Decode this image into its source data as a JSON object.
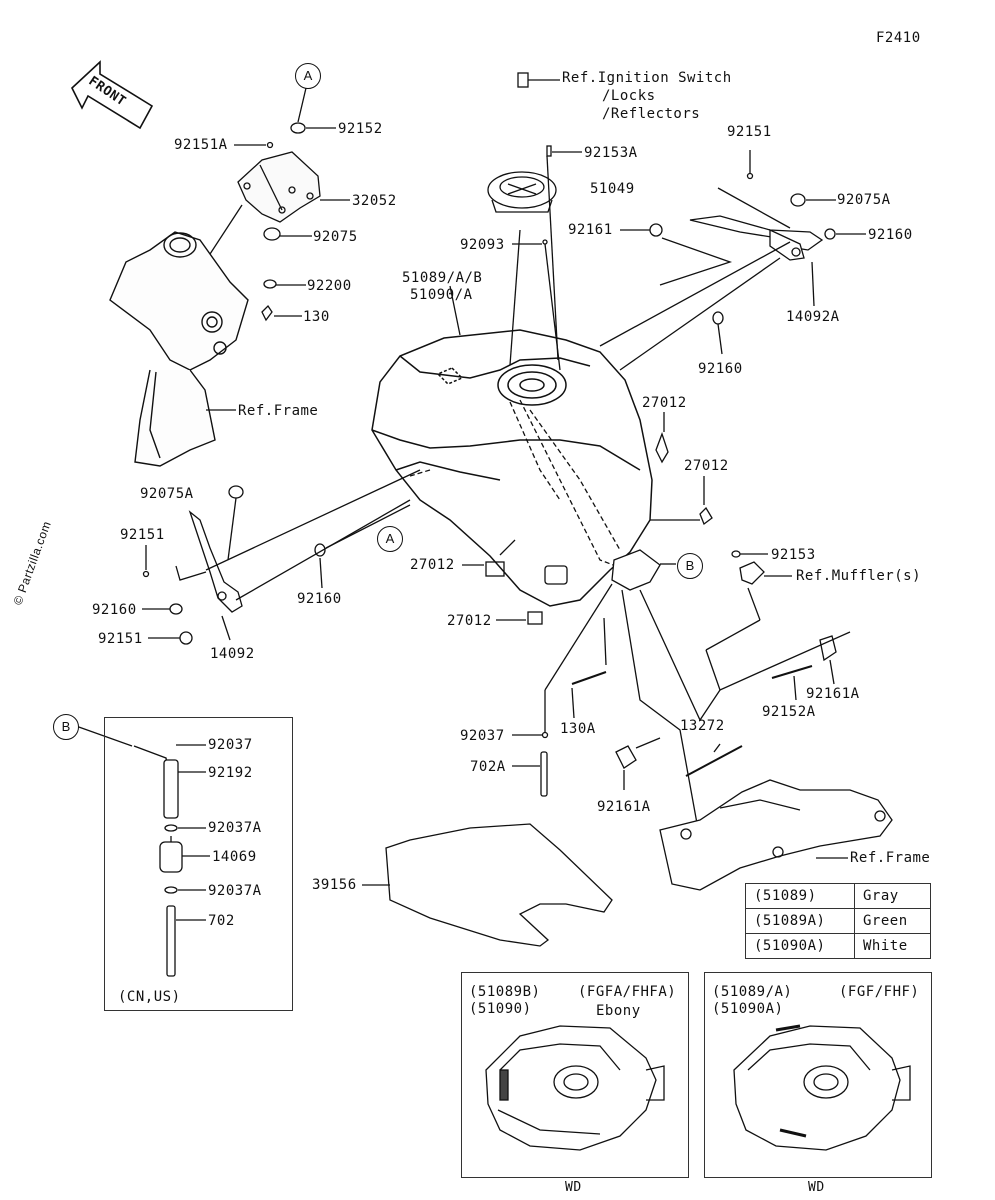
{
  "diagram_code": "F2410",
  "front_label": "FRONT",
  "watermark": "© Partzilla.com",
  "circle_markers": {
    "a_top": "A",
    "a_mid": "A",
    "b_mid": "B",
    "b_box": "B"
  },
  "part_labels": {
    "p92151A_top": "92151A",
    "p92152": "92152",
    "p32052": "32052",
    "p92075": "92075",
    "p92200": "92200",
    "p130": "130",
    "ref_frame_top": "Ref.Frame",
    "ref_ignition_1": "Ref.Ignition Switch",
    "ref_ignition_2": "/Locks",
    "ref_ignition_3": "/Reflectors",
    "p92153A": "92153A",
    "p51049": "51049",
    "p92093": "92093",
    "p51089_1": "51089/A/B",
    "p51089_2": "51090/A",
    "p92151_right": "92151",
    "p92075A_right": "92075A",
    "p92161": "92161",
    "p92160_right_a": "92160",
    "p14092A": "14092A",
    "p92160_right_b": "92160",
    "p27012_a": "27012",
    "p27012_b": "27012",
    "p92075A_left": "92075A",
    "p92151_left": "92151",
    "p92160_left": "92160",
    "p92160_mid": "92160",
    "p92151_left_b": "92151",
    "p14092": "14092",
    "p27012_c": "27012",
    "p27012_d": "27012",
    "p92153": "92153",
    "ref_muffler": "Ref.Muffler(s)",
    "p92161A_right": "92161A",
    "p92152A": "92152A",
    "p130A": "130A",
    "p92037_mid": "92037",
    "p702A": "702A",
    "p13272": "13272",
    "p92161A_left": "92161A",
    "ref_frame_bottom": "Ref.Frame",
    "p39156": "39156"
  },
  "inset_box": {
    "items": [
      "92037",
      "92192",
      "92037A",
      "14069",
      "92037A",
      "702"
    ],
    "region": "(CN,US)"
  },
  "color_table": [
    {
      "code": "(51089)",
      "color": "Gray"
    },
    {
      "code": "(51089A)",
      "color": "Green"
    },
    {
      "code": "(51090A)",
      "color": "White"
    }
  ],
  "variant_left": {
    "codes_1": "(51089B)",
    "codes_2": "(51090)",
    "models": "(FGFA/FHFA)",
    "color": "Ebony",
    "footer": "WD"
  },
  "variant_right": {
    "codes_1": "(51089/A)",
    "codes_2": "(51090A)",
    "models": "(FGF/FHF)",
    "footer": "WD"
  }
}
